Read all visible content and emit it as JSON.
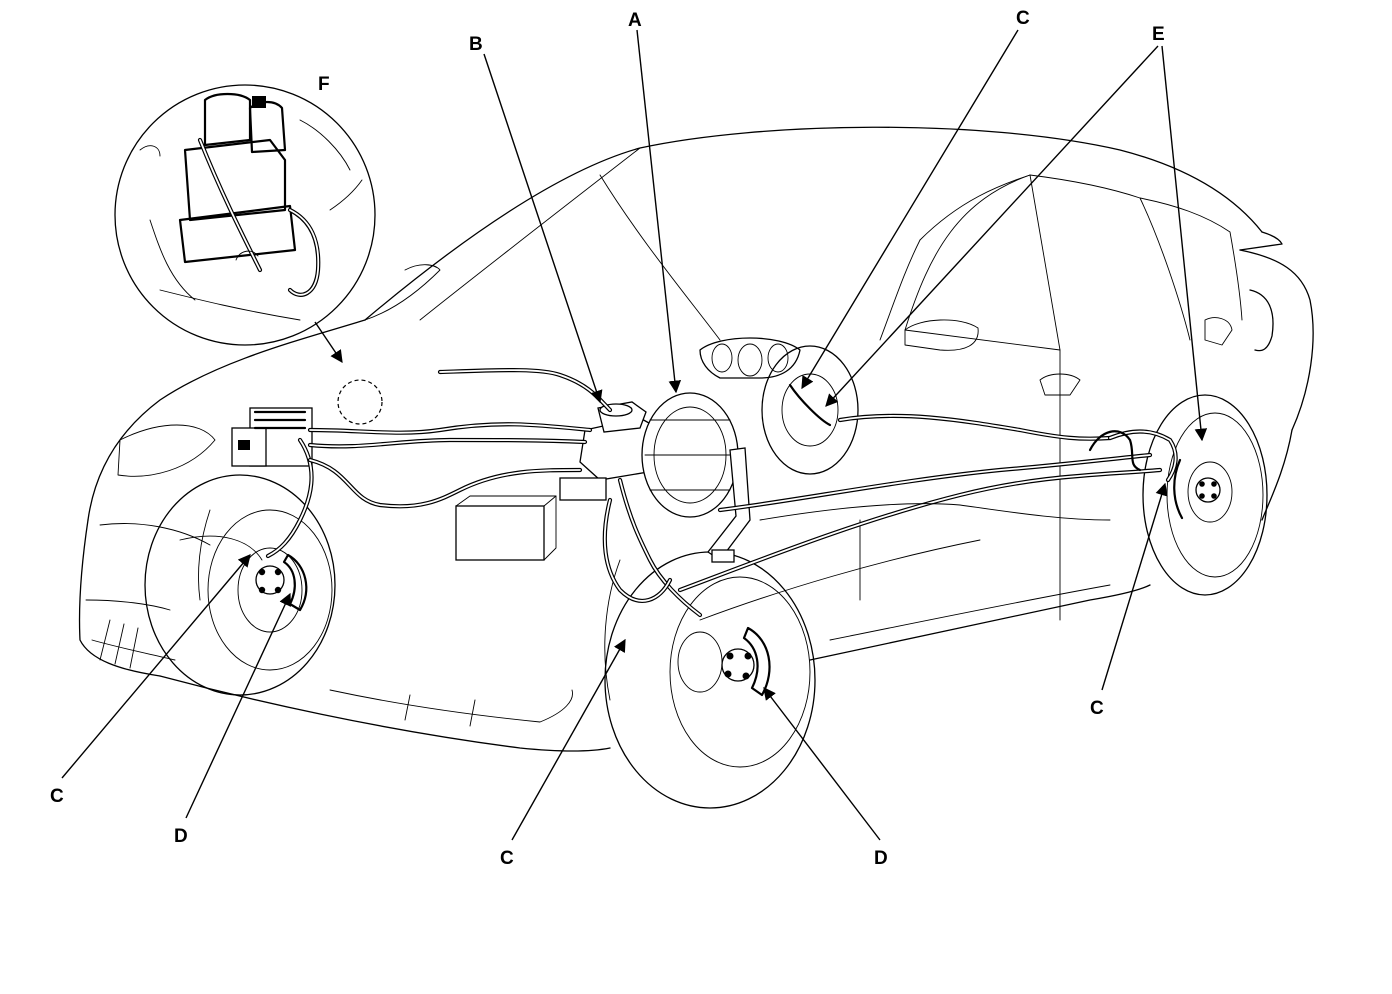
{
  "callouts": [
    {
      "id": "F",
      "label": "F"
    },
    {
      "id": "B",
      "label": "B"
    },
    {
      "id": "A",
      "label": "A"
    },
    {
      "id": "C_top",
      "label": "C"
    },
    {
      "id": "E",
      "label": "E"
    },
    {
      "id": "C_rear",
      "label": "C"
    },
    {
      "id": "C_front_left",
      "label": "C"
    },
    {
      "id": "D_front_left",
      "label": "D"
    },
    {
      "id": "C_front_right",
      "label": "C"
    },
    {
      "id": "D_front_right",
      "label": "D"
    }
  ]
}
